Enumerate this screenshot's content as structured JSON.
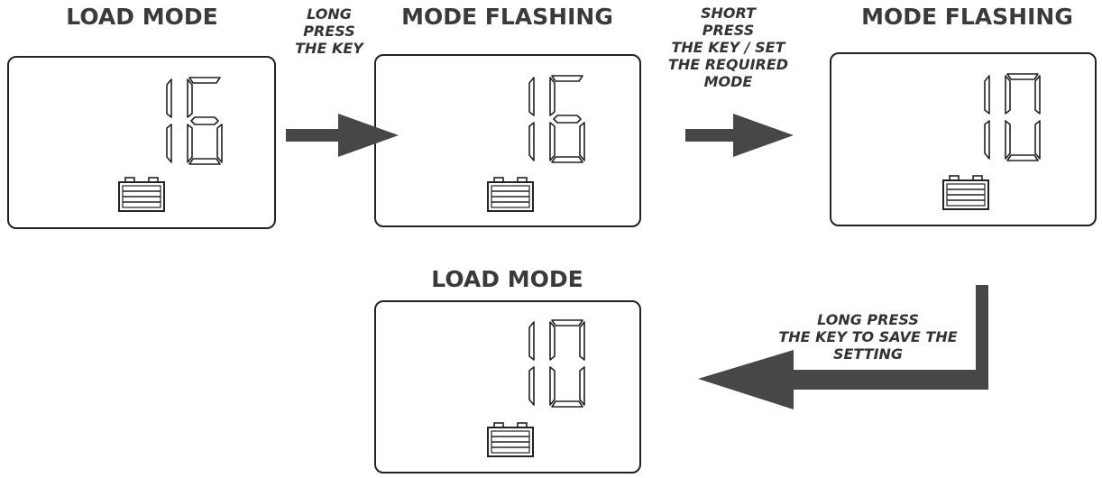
{
  "colors": {
    "ink": "#222222",
    "arrow": "#474747",
    "title": "#3a3a3a"
  },
  "steps": [
    {
      "title": "LOAD MODE",
      "display": "16",
      "icon": "battery-icon"
    },
    {
      "title": "MODE FLASHING",
      "display": "16",
      "icon": "battery-icon"
    },
    {
      "title": "MODE FLASHING",
      "display": "10",
      "icon": "battery-icon"
    },
    {
      "title": "LOAD MODE",
      "display": "10",
      "icon": "battery-icon"
    }
  ],
  "transitions": [
    {
      "label": "LONG\nPRESS\nTHE KEY"
    },
    {
      "label": "SHORT\nPRESS\nTHE KEY / SET\nTHE REQUIRED\nMODE"
    },
    {
      "label": "LONG PRESS\nTHE KEY TO SAVE THE\nSETTING"
    }
  ]
}
